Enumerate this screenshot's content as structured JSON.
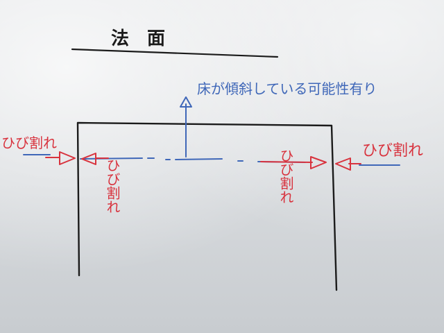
{
  "whiteboard": {
    "title": "法　面",
    "blue_note": "床が傾斜している可能性有り",
    "crack_label": "ひび割れ",
    "ink_colors": {
      "black": "#1b1b1b",
      "blue": "#3f67b8",
      "red": "#d8323d"
    }
  }
}
